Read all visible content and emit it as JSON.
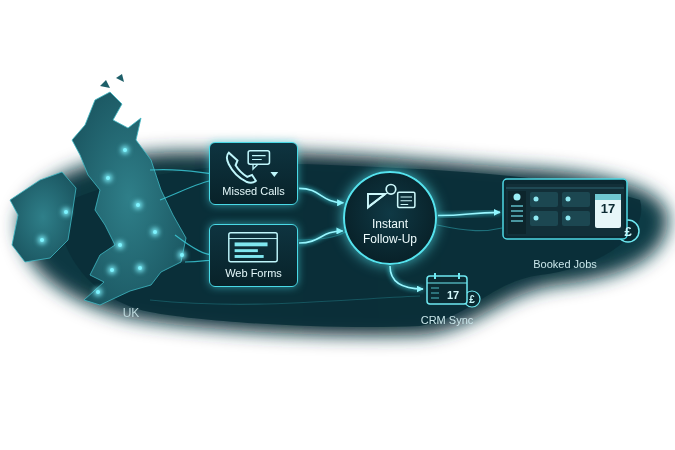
{
  "diagram": {
    "nodes": [
      {
        "text": [
          "Missed Calls"
        ]
      },
      {
        "text": [
          "Web Forms"
        ]
      },
      {
        "text": [
          "Instant Follow-Up"
        ]
      },
      {
        "text": [
          "Booked Jobs"
        ]
      },
      {
        "text": [
          "CRM Sync"
        ]
      }
    ],
    "edges": [
      {
        "from": 0,
        "to": 2,
        "arrow": "to"
      },
      {
        "from": 1,
        "to": 2,
        "arrow": "to"
      },
      {
        "from": 2,
        "to": 3,
        "arrow": "to"
      },
      {
        "from": 2,
        "to": 4,
        "arrow": "to"
      }
    ],
    "labels": [
      "UK",
      "17",
      "£",
      "17",
      "£"
    ]
  }
}
